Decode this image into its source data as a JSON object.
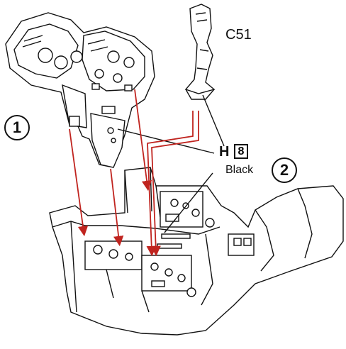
{
  "labels": {
    "part_code": "C51",
    "paint_letter": "H",
    "paint_number": "8",
    "paint_name": "Black"
  },
  "steps": [
    "1",
    "2"
  ],
  "colors": {
    "arrow": "#c0241f",
    "line": "#111111",
    "background": "#ffffff"
  }
}
